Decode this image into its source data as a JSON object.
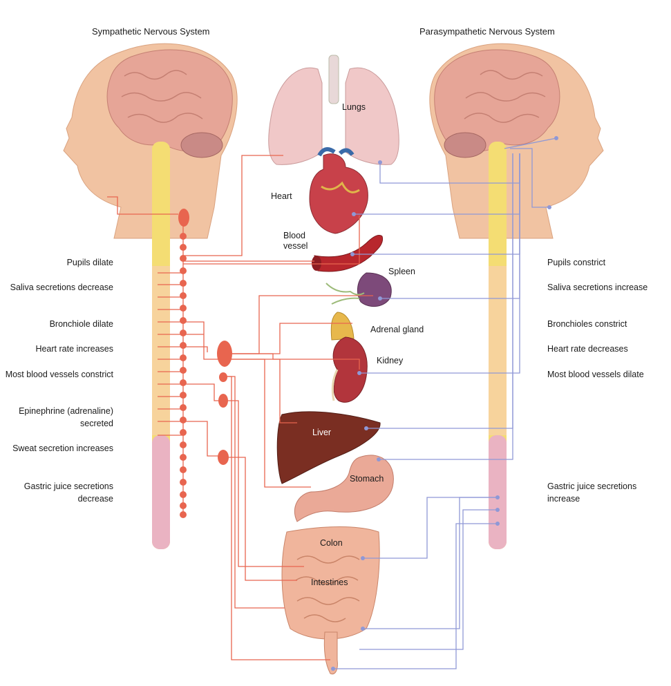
{
  "titles": {
    "sympathetic": "Sympathetic Nervous System",
    "parasympathetic": "Parasympathetic Nervous System"
  },
  "sympathetic_effects": [
    "Pupils dilate",
    "Saliva secretions decrease",
    "Bronchiole dilate",
    "Heart rate increases",
    "Most blood vessels constrict",
    "Epinephrine (adrenaline) secreted",
    "Sweat secretion increases",
    "Gastric juice secretions decrease"
  ],
  "parasympathetic_effects": [
    "Pupils constrict",
    "Saliva secretions increase",
    "Bronchioles constrict",
    "Heart rate decreases",
    "Most blood vessels dilate",
    "Gastric juice secretions increase"
  ],
  "organs": {
    "lungs": "Lungs",
    "heart": "Heart",
    "blood_vessel": "Blood vessel",
    "spleen": "Spleen",
    "adrenal_gland": "Adrenal gland",
    "kidney": "Kidney",
    "liver": "Liver",
    "stomach": "Stomach",
    "colon": "Colon",
    "intestines": "Intestines"
  },
  "colors": {
    "sympathetic_nerve": "#e8654f",
    "parasympathetic_nerve": "#8f98d6",
    "skin": "#f2c4a4",
    "brain": "#e7a79a",
    "spinal_cord_upper": "#f3dc6f",
    "spinal_cord_lower": "#e8b3c0"
  }
}
